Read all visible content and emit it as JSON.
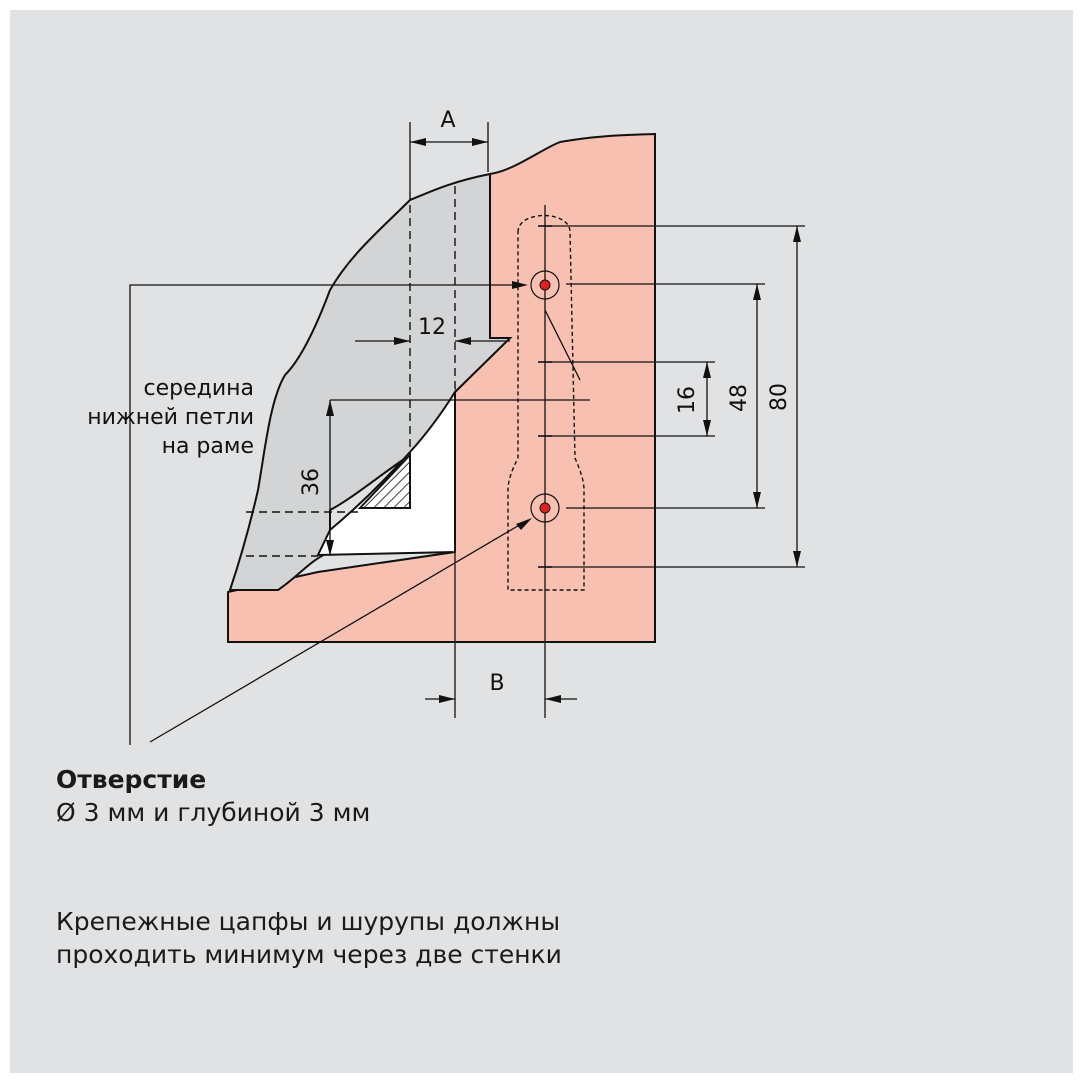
{
  "diagram": {
    "dimensions": {
      "a": "A",
      "b": "B",
      "d12": "12",
      "d16": "16",
      "d36": "36",
      "d48": "48",
      "d80": "80"
    },
    "label_lines": [
      "середина",
      "нижней петли",
      "на раме"
    ],
    "colors": {
      "background": "#e1e2e4",
      "cabinet": "#f8c0b0",
      "frame": "#d3d4d6",
      "hole": "#e02020",
      "line": "#111111"
    }
  },
  "hole_note": {
    "title": "Отверстие",
    "description": "Ø 3 мм и глубиной 3 мм"
  },
  "note": {
    "line1": "Крепежные цапфы и шурупы должны",
    "line2": "проходить минимум через две стенки"
  }
}
